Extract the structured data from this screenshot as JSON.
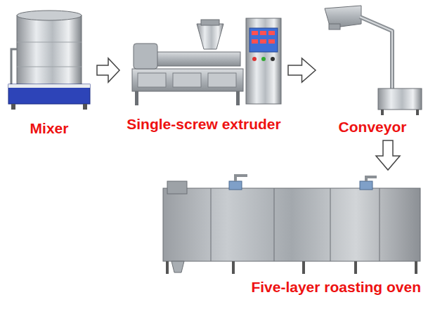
{
  "diagram": {
    "nodes": [
      {
        "text": [
          "Mixer"
        ]
      },
      {
        "text": [
          "Single-screw extruder"
        ]
      },
      {
        "text": [
          "Conveyor"
        ]
      },
      {
        "text": [
          "Five-layer roasting oven"
        ]
      }
    ],
    "edges": [
      {
        "from": 0,
        "to": 1,
        "arrow": "to"
      },
      {
        "from": 1,
        "to": 2,
        "arrow": "to"
      },
      {
        "from": 2,
        "to": 3,
        "arrow": "to"
      }
    ]
  }
}
